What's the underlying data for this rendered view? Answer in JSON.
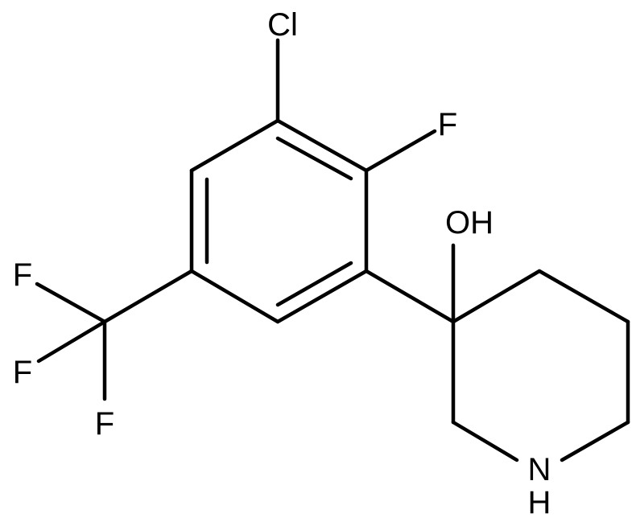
{
  "molecule": {
    "atoms": {
      "cl": "Cl",
      "f_aryl": "F",
      "oh": "OH",
      "f1": "F",
      "f2": "F",
      "f3": "F",
      "nh_n": "N",
      "nh_h": "H"
    }
  }
}
